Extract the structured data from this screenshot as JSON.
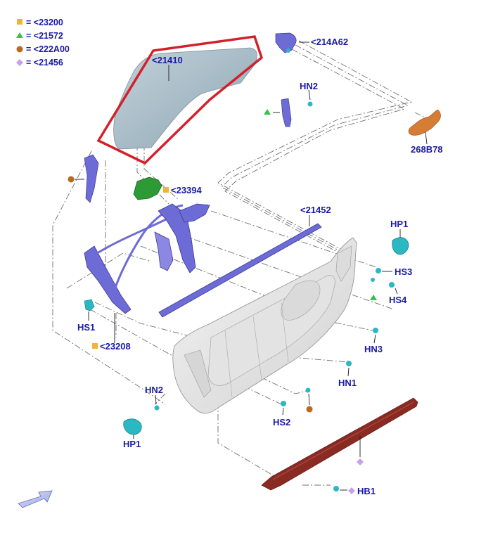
{
  "legend": [
    {
      "text": "= <23200",
      "shape": "square",
      "color": "#f2b33a"
    },
    {
      "text": "= <21572",
      "shape": "triangle",
      "color": "#36c24a"
    },
    {
      "text": "= <222A00",
      "shape": "circle",
      "color": "#b86a1f"
    },
    {
      "text": "= <21456",
      "shape": "diamond",
      "color": "#c9a0ea"
    }
  ],
  "labels": {
    "glass": "<21410",
    "mirror_bracket": "<214A62",
    "hn2_top": "HN2",
    "bracket_orange": "268B78",
    "motor": "<23394",
    "weatherstrip": "<21452",
    "hp1_right": "HP1",
    "hs3": "HS3",
    "hs4": "HS4",
    "hs1": "HS1",
    "regulator": "<23208",
    "hn3": "HN3",
    "hn1": "HN1",
    "hn2_bottom": "HN2",
    "hs2": "HS2",
    "hp1_left": "HP1",
    "hb1": "HB1"
  },
  "colors": {
    "label_text": "#1a1aa6",
    "highlight_outline": "#d3212b",
    "glass_fill": "#a9bcc6",
    "regulator": "#6d6bd6",
    "motor": "#2e9a36",
    "trim_strip": "#8a2b23",
    "fastener": "#2ab8c2",
    "door_panel": "#e7e7e7",
    "bracket_orange": "#d67d35"
  }
}
